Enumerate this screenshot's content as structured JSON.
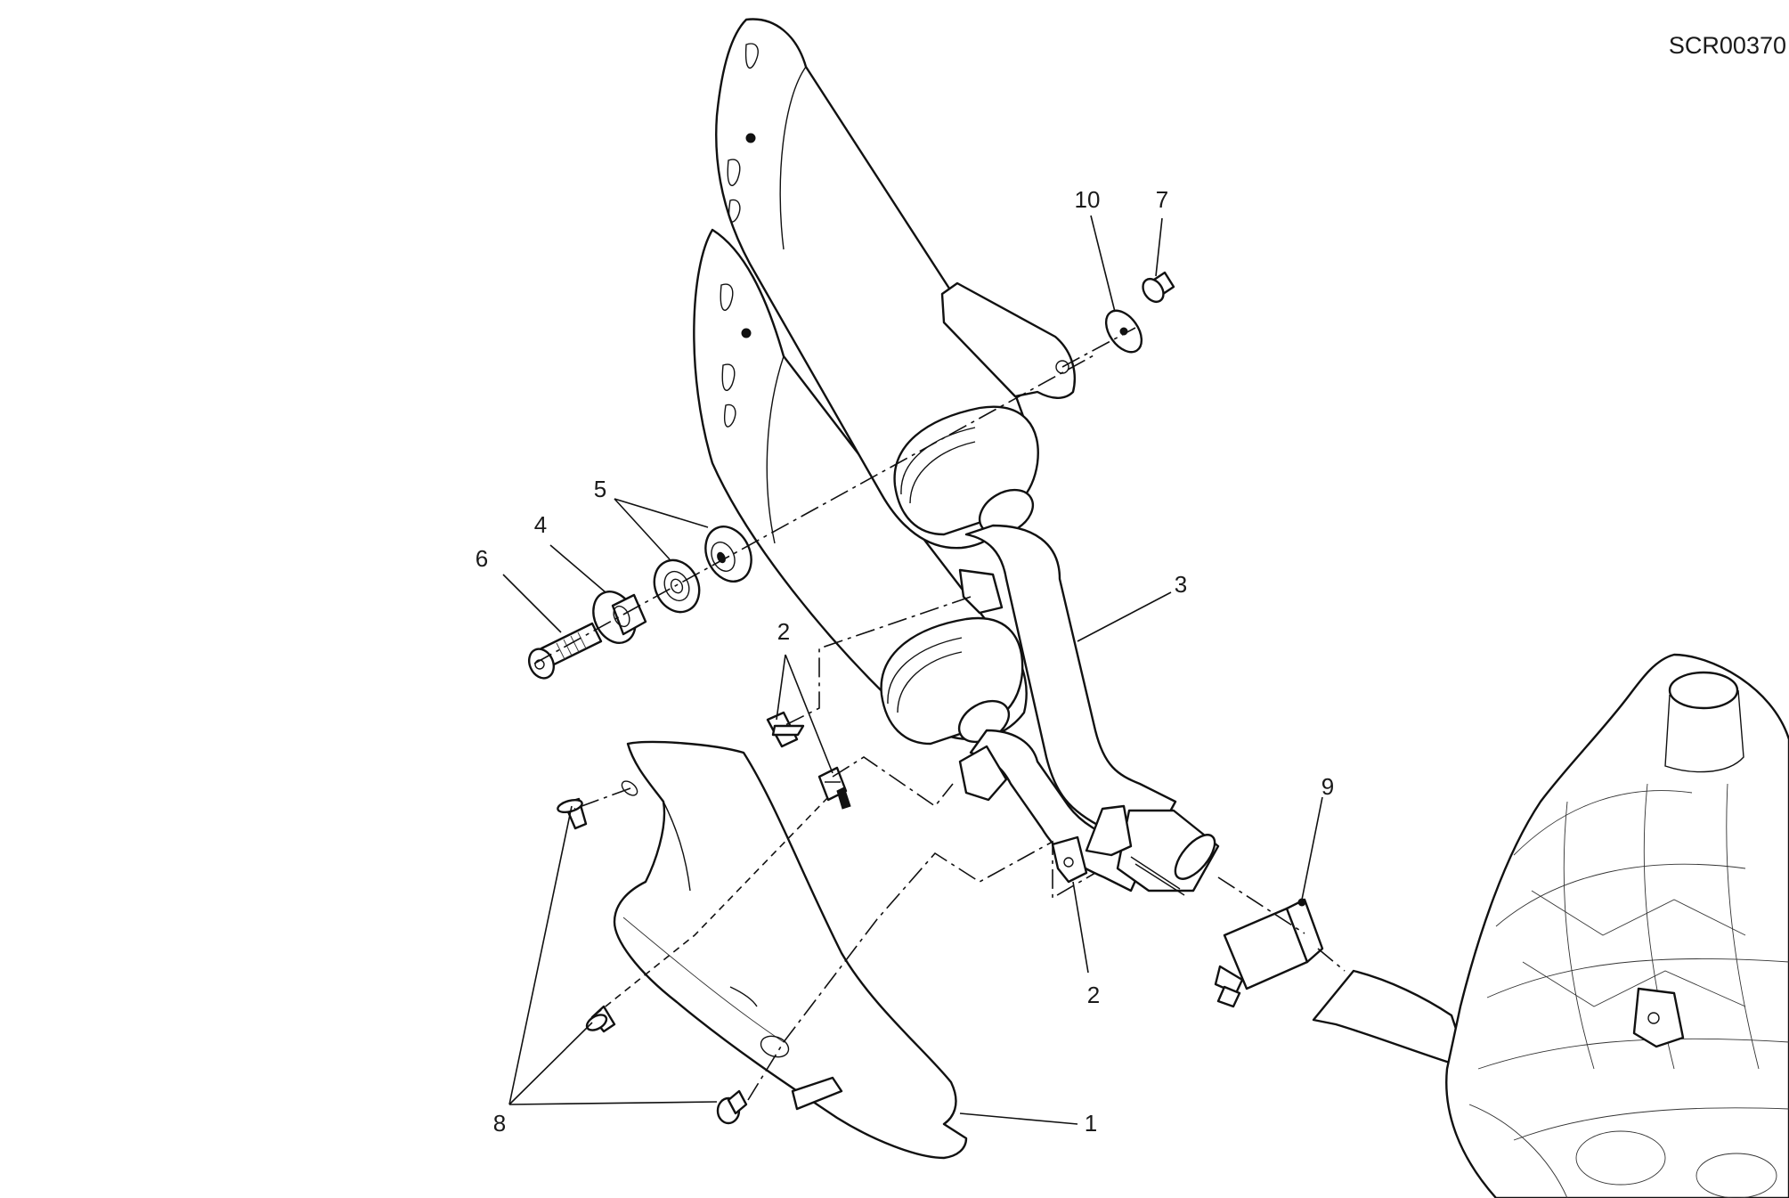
{
  "drawing": {
    "code": "SCR00370"
  },
  "callouts": [
    {
      "id": "c10",
      "text": "10"
    },
    {
      "id": "c7",
      "text": "7"
    },
    {
      "id": "c5",
      "text": "5"
    },
    {
      "id": "c4",
      "text": "4"
    },
    {
      "id": "c6",
      "text": "6"
    },
    {
      "id": "c3",
      "text": "3"
    },
    {
      "id": "c2a",
      "text": "2"
    },
    {
      "id": "c2b",
      "text": "2"
    },
    {
      "id": "c9",
      "text": "9"
    },
    {
      "id": "c8",
      "text": "8"
    },
    {
      "id": "c1",
      "text": "1"
    }
  ],
  "colors": {
    "line": "#111111",
    "background": "#ffffff"
  }
}
